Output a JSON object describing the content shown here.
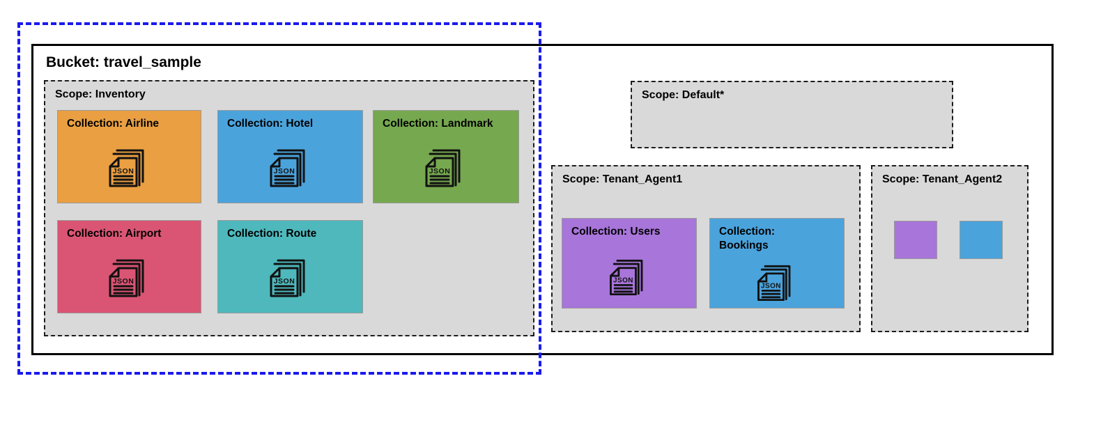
{
  "diagram": {
    "title": "Bucket: travel_sample",
    "highlight_boundary_name": "blue-dashed-boundary",
    "colors": {
      "highlight_boundary": "#1a1aee",
      "bucket_border": "#000000",
      "scope_fill": "#d9d9d9",
      "scope_border": "#1c1c1c",
      "airline": "#e99f42",
      "hotel": "#4ba3dc",
      "landmark": "#76a84f",
      "airport": "#da5574",
      "route": "#4eb8bc",
      "users": "#a875da",
      "bookings": "#4ba3dc",
      "swatch_one": "#a875da",
      "swatch_two": "#4ba3dc"
    }
  },
  "bucket": {
    "label": "Bucket: travel_sample"
  },
  "scopes": [
    {
      "id": "inventory",
      "label": "Scope: Inventory",
      "collections": [
        {
          "label": "Collection: Airline",
          "icon": "json-documents-icon",
          "color": "#e99f42"
        },
        {
          "label": "Collection: Hotel",
          "icon": "json-documents-icon",
          "color": "#4ba3dc"
        },
        {
          "label": "Collection: Landmark",
          "icon": "json-documents-icon",
          "color": "#76a84f"
        },
        {
          "label": "Collection: Airport",
          "icon": "json-documents-icon",
          "color": "#da5574"
        },
        {
          "label": "Collection: Route",
          "icon": "json-documents-icon",
          "color": "#4eb8bc"
        }
      ]
    },
    {
      "id": "default",
      "label": "Scope: Default*",
      "collections": []
    },
    {
      "id": "tenant_agent1",
      "label": "Scope: Tenant_Agent1",
      "collections": [
        {
          "label": "Collection: Users",
          "icon": "json-documents-icon",
          "color": "#a875da"
        },
        {
          "label": "Collection: Bookings",
          "icon": "json-documents-icon",
          "color": "#4ba3dc"
        }
      ]
    },
    {
      "id": "tenant_agent2",
      "label": "Scope: Tenant_Agent2",
      "collections": [
        {
          "label": "",
          "icon": "color-swatch",
          "color": "#a875da"
        },
        {
          "label": "",
          "icon": "color-swatch",
          "color": "#4ba3dc"
        }
      ]
    }
  ],
  "icon_text": {
    "json_label": "JSON"
  }
}
